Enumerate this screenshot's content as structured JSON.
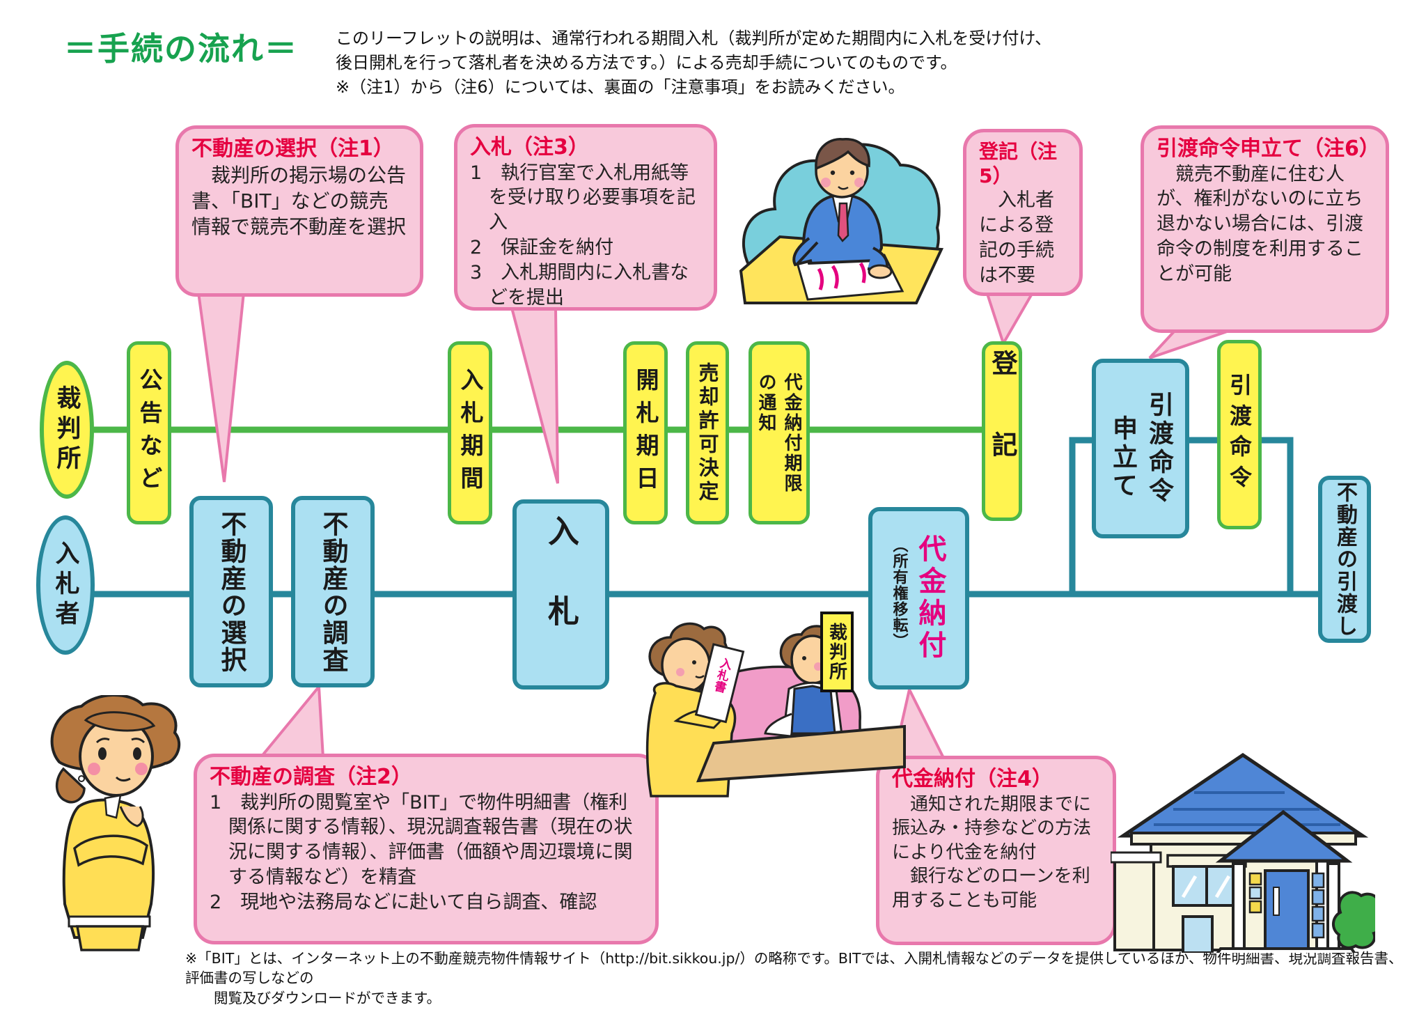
{
  "colors": {
    "green": "#4CB748",
    "teal": "#27879B",
    "yellow": "#FFF450",
    "blue": "#ABE0F2",
    "pink_fill": "#F8C9DB",
    "pink_border": "#E878AC",
    "note_red": "#E50040",
    "magenta": "#E5007F",
    "title_green": "#17A24F"
  },
  "header": {
    "title": "＝手続の流れ＝",
    "desc1": "このリーフレットの説明は、通常行われる期間入札（裁判所が定めた期間内に入札を受け付け、",
    "desc2": "後日開札を行って落札者を決める方法です。）による売却手続についてのものです。",
    "desc3": "※（注1）から（注6）については、裏面の「注意事項」をお読みください。"
  },
  "notes": {
    "n1": {
      "title": "不動産の選択（注1）",
      "body": "　裁判所の掲示場の公告書、「BIT」などの競売情報で競売不動産を選択"
    },
    "n2": {
      "title": "不動産の調査（注2）",
      "item1": "1　裁判所の閲覧室や「BIT」で物件明細書（権利関係に関する情報）、現況調査報告書（現在の状況に関する情報）、評価書（価額や周辺環境に関する情報など）を精査",
      "item2": "2　現地や法務局などに赴いて自ら調査、確認"
    },
    "n3": {
      "title": "入札（注3）",
      "item1": "1　執行官室で入札用紙等を受け取り必要事項を記入",
      "item2": "2　保証金を納付",
      "item3": "3　入札期間内に入札書などを提出"
    },
    "n4": {
      "title": "代金納付（注4）",
      "body1": "　通知された期限までに振込み・持参などの方法により代金を納付",
      "body2": "　銀行などのローンを利用することも可能"
    },
    "n5": {
      "title": "登記（注5）",
      "body": "　入札者による登記の手続は不要"
    },
    "n6": {
      "title": "引渡命令申立て（注6）",
      "body": "　競売不動産に住む人が、権利がないのに立ち退かない場合には、引渡命令の制度を利用することが可能"
    }
  },
  "court": {
    "actor": "裁判所",
    "b1": "公告など",
    "b2": "入札期間",
    "b3": "開札期日",
    "b4": "売却許可決定",
    "b5a": "代金納付期限",
    "b5b": "の通知",
    "b6": "登記",
    "b7": "引渡命令"
  },
  "bidder": {
    "actor": "入札者",
    "b1": "不動産の選択",
    "b2": "不動産の調査",
    "b3": "入札",
    "b4": "代金納付",
    "b4sub": "（所有権移転）",
    "b5a": "引渡命令",
    "b5b": "申立て",
    "b6": "不動産の引渡し"
  },
  "illustrations": {
    "court_sign": "裁判所",
    "bid_paper": "入札書"
  },
  "footnote": {
    "line1": "※「BIT」とは、インターネット上の不動産競売物件情報サイト（http://bit.sikkou.jp/）の略称です。BITでは、入開札情報などのデータを提供しているほか、物件明細書、現況調査報告書、評価書の写しなどの",
    "line2": "閲覧及びダウンロードができます。"
  }
}
